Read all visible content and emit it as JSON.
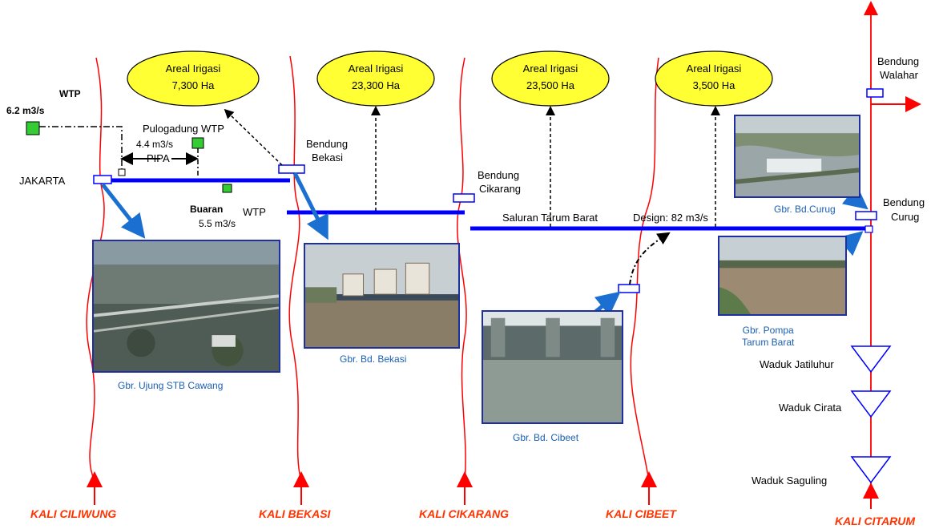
{
  "rivers": [
    {
      "id": "ciliwung",
      "name": "KALI CILIWUNG"
    },
    {
      "id": "bekasi",
      "name": "KALI BEKASI"
    },
    {
      "id": "cikarang",
      "name": "KALI CIKARANG"
    },
    {
      "id": "cibeet",
      "name": "KALI CIBEET"
    },
    {
      "id": "citarum",
      "name": "KALI CITARUM"
    }
  ],
  "irrigation_areas": [
    {
      "title": "Areal Irigasi",
      "area": "7,300  Ha"
    },
    {
      "title": "Areal Irigasi",
      "area": "23,300  Ha"
    },
    {
      "title": "Areal Irigasi",
      "area": "23,500  Ha"
    },
    {
      "title": "Areal Irigasi",
      "area": "3,500  Ha"
    }
  ],
  "labels": {
    "wtp_top": "WTP",
    "flow_6_2": "6.2 m3/s",
    "pulogadung": "Pulogadung WTP",
    "flow_4_4": "4.4 m3/s",
    "pipa": "PIPA",
    "jakarta": "JAKARTA",
    "buaran": "Buaran",
    "buaran_wtp": "WTP",
    "flow_5_5": "5.5 m3/s",
    "bendung_bekasi_1": "Bendung",
    "bendung_bekasi_2": "Bekasi",
    "bendung_cikarang_1": "Bendung",
    "bendung_cikarang_2": "Cikarang",
    "canal_name": "Saluran Tarum Barat",
    "design": "Design: 82 m3/s",
    "bendung_walahar_1": "Bendung",
    "bendung_walahar_2": "Walahar",
    "bendung_curug_1": "Bendung",
    "bendung_curug_2": "Curug",
    "waduk_jatiluhur": "Waduk Jatiluhur",
    "waduk_cirata": "Waduk Cirata",
    "waduk_saguling": "Waduk Saguling"
  },
  "photo_captions": {
    "cawang": "Gbr. Ujung STB Cawang",
    "bekasi": "Gbr. Bd. Bekasi",
    "cibeet": "Gbr. Bd. Cibeet",
    "curug": "Gbr. Bd.Curug",
    "pompa_1": "Gbr. Pompa",
    "pompa_2": "Tarum Barat"
  },
  "colors": {
    "river": "#ff0000",
    "canal": "#0000ff",
    "arrow_blue": "#1a6fd1",
    "ellipse_fill": "#ffff33",
    "wtp_green": "#33cc33",
    "caption_blue": "#1a5fb4",
    "river_label": "#ff3300"
  }
}
